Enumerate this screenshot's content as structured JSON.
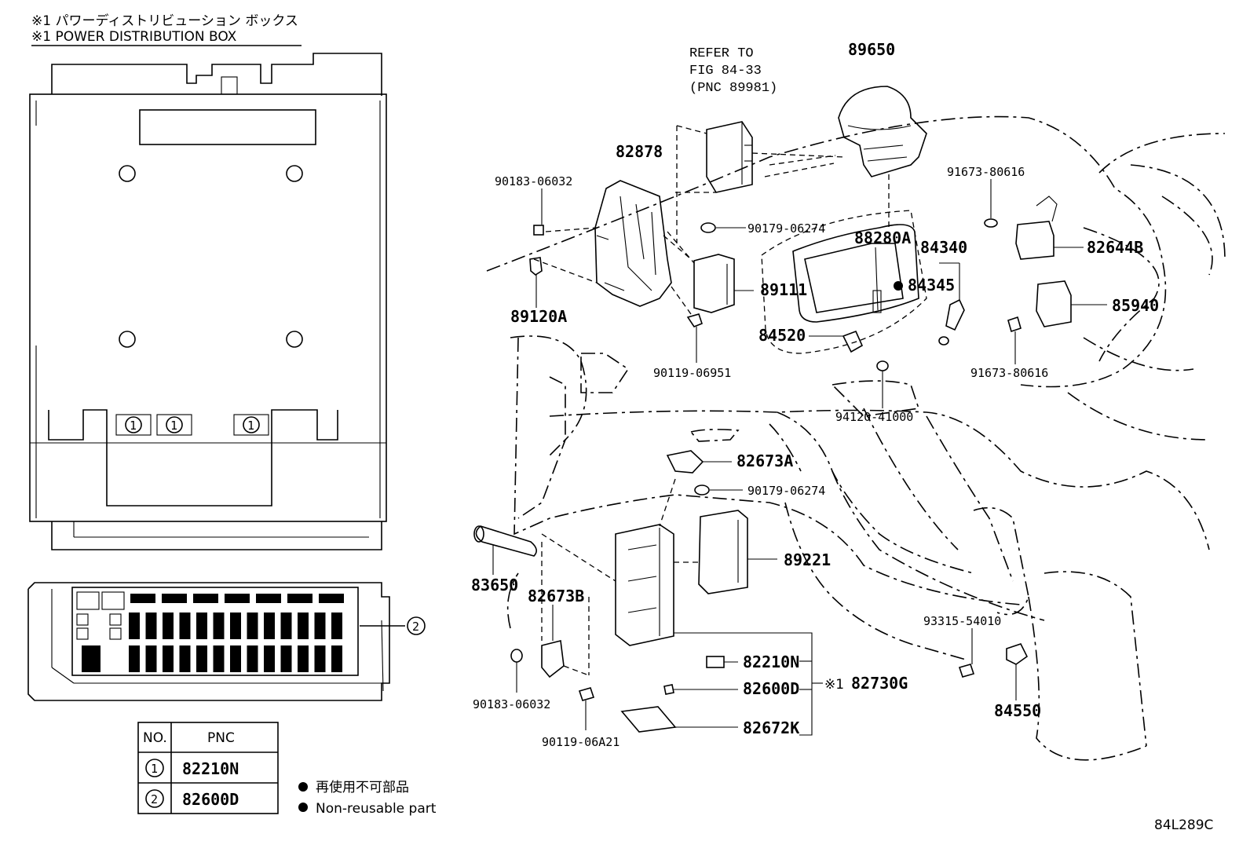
{
  "header": {
    "line_jp": "※1 パワーディストリビューション ボックス",
    "line_en": "※1 POWER DISTRIBUTION BOX"
  },
  "refer_note": [
    "REFER TO",
    "FIG 84-33",
    "(PNC 89981)"
  ],
  "labels": {
    "p89650": "89650",
    "p82878": "82878",
    "p90183_top": "90183-06032",
    "p90179_top": "90179-06274",
    "p91673_top": "91673-80616",
    "p82644B": "82644B",
    "p88280A": "88280A",
    "p84340": "84340",
    "p84345": "84345",
    "p89111": "89111",
    "p89120A": "89120A",
    "p85940": "85940",
    "p84520": "84520",
    "p90119_top": "90119-06951",
    "p91673_bottom": "91673-80616",
    "p94120": "94120-41000",
    "p82673A": "82673A",
    "p90179_mid": "90179-06274",
    "p89221": "89221",
    "p83650": "83650",
    "p82673B": "82673B",
    "p93315": "93315-54010",
    "p82210N": "82210N",
    "p82730G": "82730G",
    "p82730G_mark": "※1",
    "p82600D": "82600D",
    "p84550": "84550",
    "p82672K": "82672K",
    "p90183_bottom": "90183-06032",
    "p90119_bottom": "90119-06A21"
  },
  "callouts": {
    "one": "1",
    "two": "2"
  },
  "table": {
    "headers": [
      "NO.",
      "PNC"
    ],
    "rows": [
      {
        "no": "1",
        "pnc": "82210N"
      },
      {
        "no": "2",
        "pnc": "82600D"
      }
    ]
  },
  "legend": {
    "jp": "再使用不可部品",
    "en": "Non-reusable part"
  },
  "figure_code": "84L289C"
}
